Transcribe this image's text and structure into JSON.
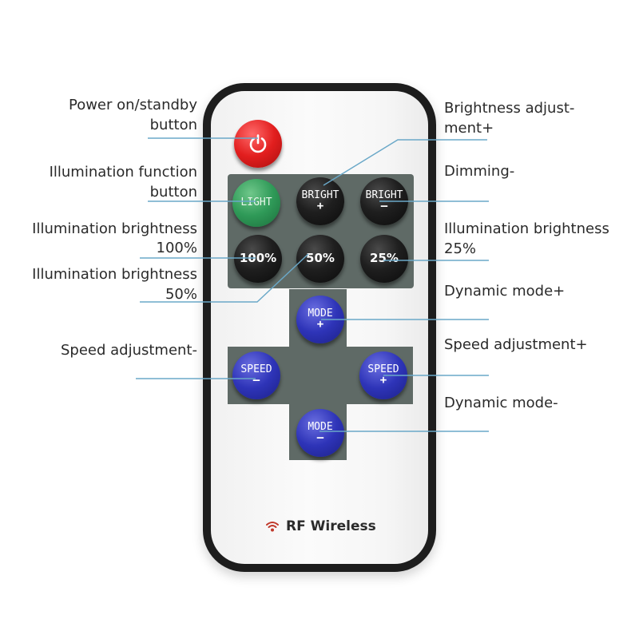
{
  "brand": {
    "text": "RF Wireless",
    "icon": "wifi-signal-icon"
  },
  "colors": {
    "panel": "#5f6a66",
    "power": "#e21e1e",
    "light": "#2f9a58",
    "mode_speed": "#2e34b8",
    "leader_line": "#6aa8c8"
  },
  "buttons": {
    "power": {
      "icon": "power-icon"
    },
    "light": {
      "label": "LIGHT"
    },
    "bright_up": {
      "line1": "BRIGHT",
      "line2": "+"
    },
    "bright_down": {
      "line1": "BRIGHT",
      "line2": "–"
    },
    "b100": {
      "label": "100%"
    },
    "b50": {
      "label": "50%"
    },
    "b25": {
      "label": "25%"
    },
    "mode_up": {
      "line1": "MODE",
      "line2": "+"
    },
    "mode_down": {
      "line1": "MODE",
      "line2": "–"
    },
    "speed_down": {
      "line1": "SPEED",
      "line2": "–"
    },
    "speed_up": {
      "line1": "SPEED",
      "line2": "+"
    }
  },
  "labels": {
    "power_1": "Power on/standby",
    "power_2": "button",
    "light_1": "Illumination function",
    "light_2": "button",
    "b100_1": "Illumination brightness",
    "b100_2": "100%",
    "b50_1": "Illumination brightness",
    "b50_2": "50%",
    "speed_down": "Speed adjustment-",
    "bright_up_1": "Brightness adjust-",
    "bright_up_2": "ment+",
    "dimming": "Dimming-",
    "b25_1": "Illumination brightness",
    "b25_2": "25%",
    "mode_up": "Dynamic mode+",
    "speed_up": "Speed adjustment+",
    "mode_down": "Dynamic mode-"
  }
}
